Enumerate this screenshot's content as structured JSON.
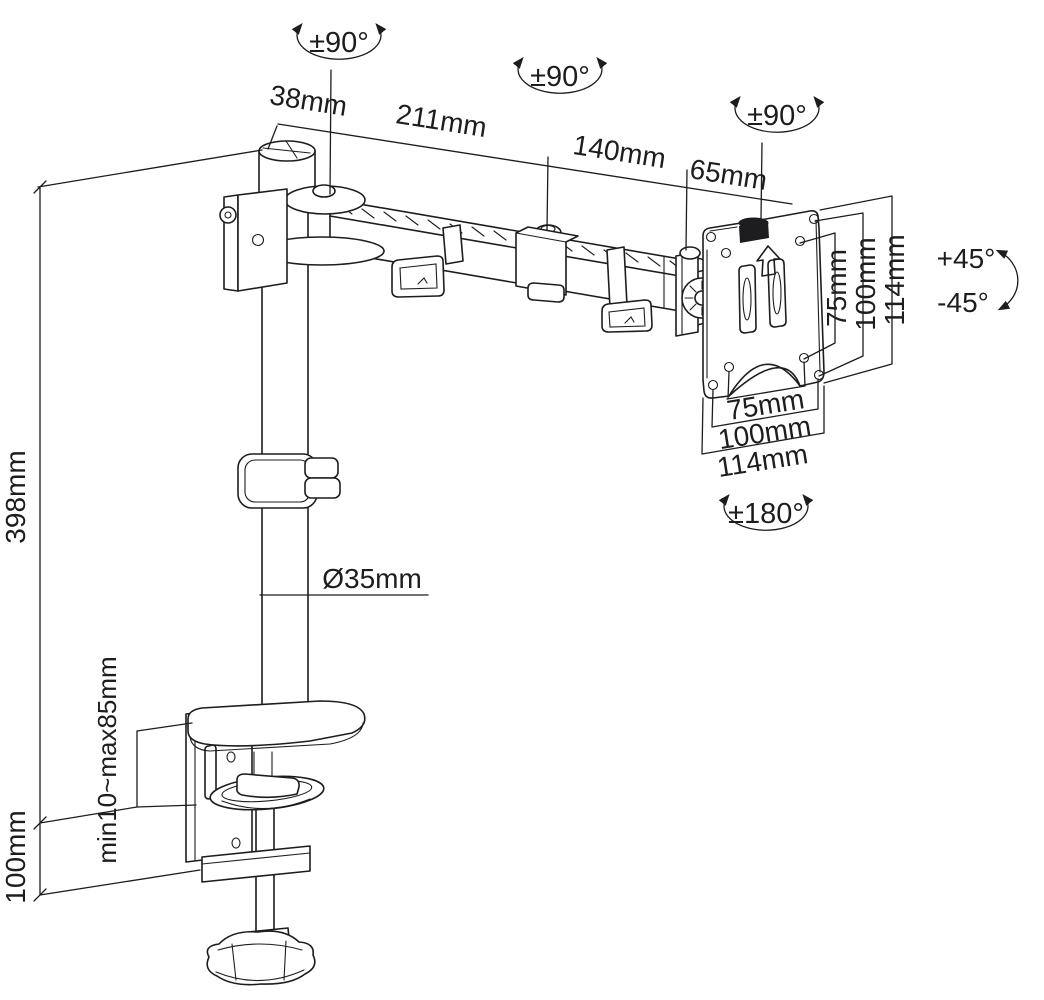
{
  "diagram": {
    "name": "Desk clamp monitor arm dimensional drawing",
    "dims": {
      "cap_diameter": "38mm",
      "arm_length_main": "211mm",
      "arm_length_front": "140mm",
      "head_offset": "65mm",
      "pole_height": "398mm",
      "clamp_height": "100mm",
      "pole_diameter": "Ø35mm",
      "clamp_range": "min10~max85mm",
      "vesa_side_75": "75mm",
      "vesa_side_100": "100mm",
      "vesa_side_114": "114mm",
      "vesa_bottom_75": "75mm",
      "vesa_bottom_100": "100mm",
      "vesa_bottom_114": "114mm"
    },
    "angles": {
      "pole_swivel": "±90°",
      "arm_swivel": "±90°",
      "head_swivel": "±90°",
      "vesa_rotate": "±180°",
      "tilt_up": "+45°",
      "tilt_down": "-45°"
    }
  }
}
